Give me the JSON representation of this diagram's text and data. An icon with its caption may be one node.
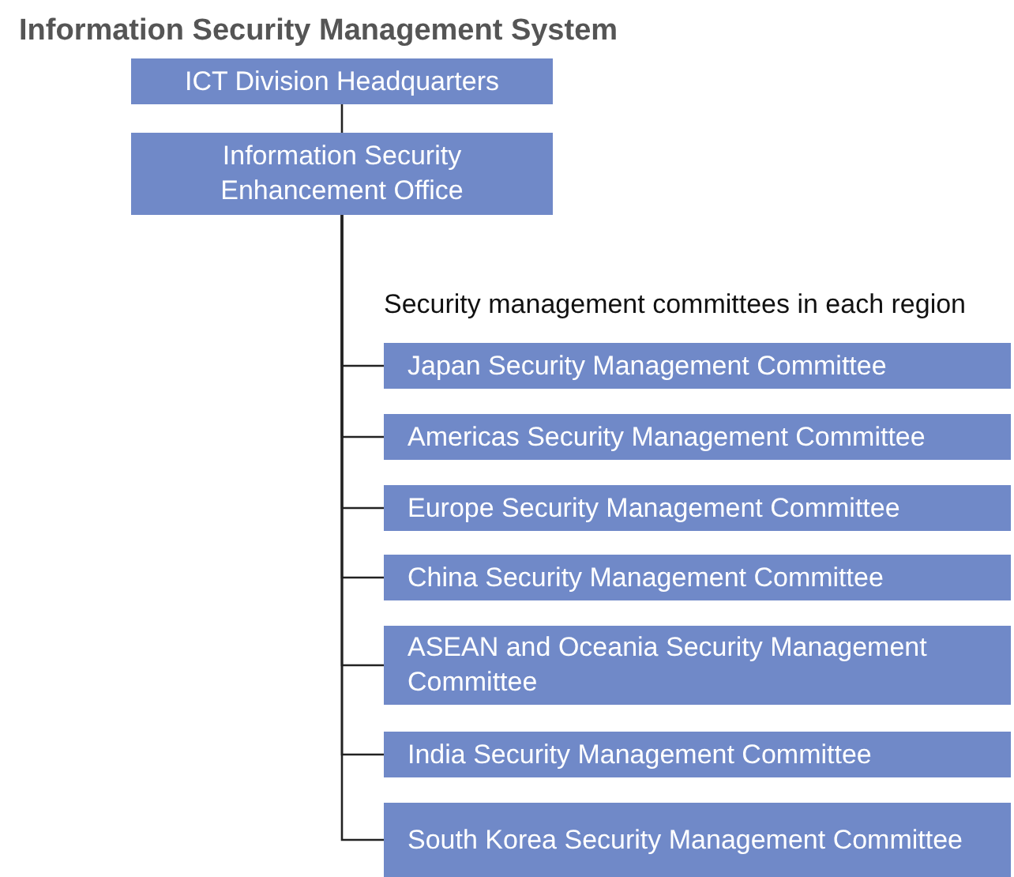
{
  "diagram": {
    "title": "Information Security Management System",
    "nodes": [
      {
        "text": [
          "ICT Division Headquarters"
        ]
      },
      {
        "text": [
          "Information Security Enhancement Office"
        ]
      },
      {
        "text": [
          "Japan Security Management Committee"
        ]
      },
      {
        "text": [
          "Americas Security Management Committee"
        ]
      },
      {
        "text": [
          "Europe Security Management Committee"
        ]
      },
      {
        "text": [
          "China Security Management Committee"
        ]
      },
      {
        "text": [
          "ASEAN and Oceania Security Management Committee"
        ]
      },
      {
        "text": [
          "India Security Management Committee"
        ]
      },
      {
        "text": [
          "South Korea Security Management Committee"
        ]
      }
    ],
    "edges": [
      {
        "from": 0,
        "to": 1,
        "arrow": "none"
      },
      {
        "from": 1,
        "to": 2,
        "arrow": "none"
      },
      {
        "from": 1,
        "to": 3,
        "arrow": "none"
      },
      {
        "from": 1,
        "to": 4,
        "arrow": "none"
      },
      {
        "from": 1,
        "to": 5,
        "arrow": "none"
      },
      {
        "from": 1,
        "to": 6,
        "arrow": "none"
      },
      {
        "from": 1,
        "to": 7,
        "arrow": "none"
      },
      {
        "from": 1,
        "to": 8,
        "arrow": "none"
      }
    ],
    "labels": [
      "Security management committees in each region"
    ]
  }
}
